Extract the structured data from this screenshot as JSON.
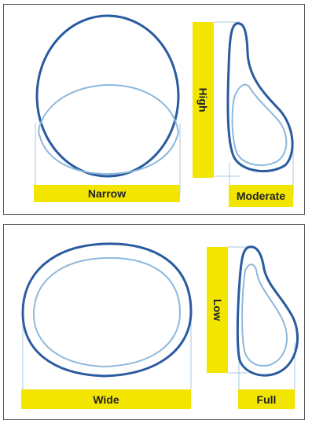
{
  "diagram": {
    "top_panel": {
      "width_label": "Narrow",
      "height_label": "High",
      "projection_label": "Moderate"
    },
    "bottom_panel": {
      "width_label": "Wide",
      "height_label": "Low",
      "projection_label": "Full"
    },
    "colors": {
      "label_fill": "#f2e600",
      "outline_dark": "#2a5aa0",
      "outline_light": "#8db8dc",
      "guide_lines": "#a9c8e2",
      "panel_border": "#555555"
    }
  }
}
